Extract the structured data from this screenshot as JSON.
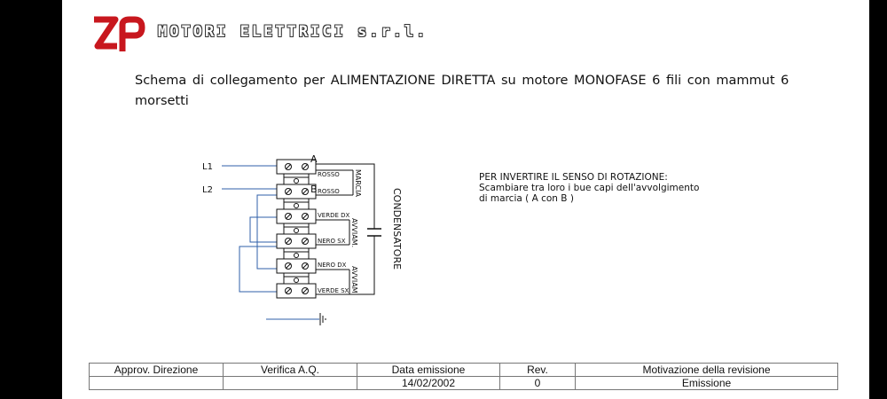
{
  "header": {
    "logo_text": "ZP",
    "company_name": "MOTORI  ELETTRICI  s.r.l."
  },
  "title": "Schema  di collegamento  per  ALIMENTAZIONE  DIRETTA  su  motore  MONOFASE 6 fili con mammut 6 morsetti",
  "diagram": {
    "lines": [
      "L1",
      "L2"
    ],
    "terminal_letters": [
      "A",
      "B"
    ],
    "wires": [
      "ROSSO",
      "ROSSO",
      "VERDE DX",
      "NERO SX",
      "NERO DX",
      "VERDE SX"
    ],
    "winding_labels": [
      "MARCIA",
      "AVVIAM.",
      "AVVIAM."
    ],
    "capacitor_label": "CONDENSATORE",
    "colors": {
      "wire": "#2f5fa8",
      "ink": "#111111"
    }
  },
  "note": {
    "heading": "PER INVERTIRE IL SENSO DI ROTAZIONE:",
    "line1": "Scambiare  tra  loro  i bue  capi  dell'avvolgimento",
    "line2": "di  marcia  ( A  con B )"
  },
  "revision_table": {
    "headers": [
      "Approv. Direzione",
      "Verifica A.Q.",
      "Data emissione",
      "Rev.",
      "Motivazione della revisione"
    ],
    "row": [
      "",
      "",
      "14/02/2002",
      "0",
      "Emissione"
    ]
  }
}
